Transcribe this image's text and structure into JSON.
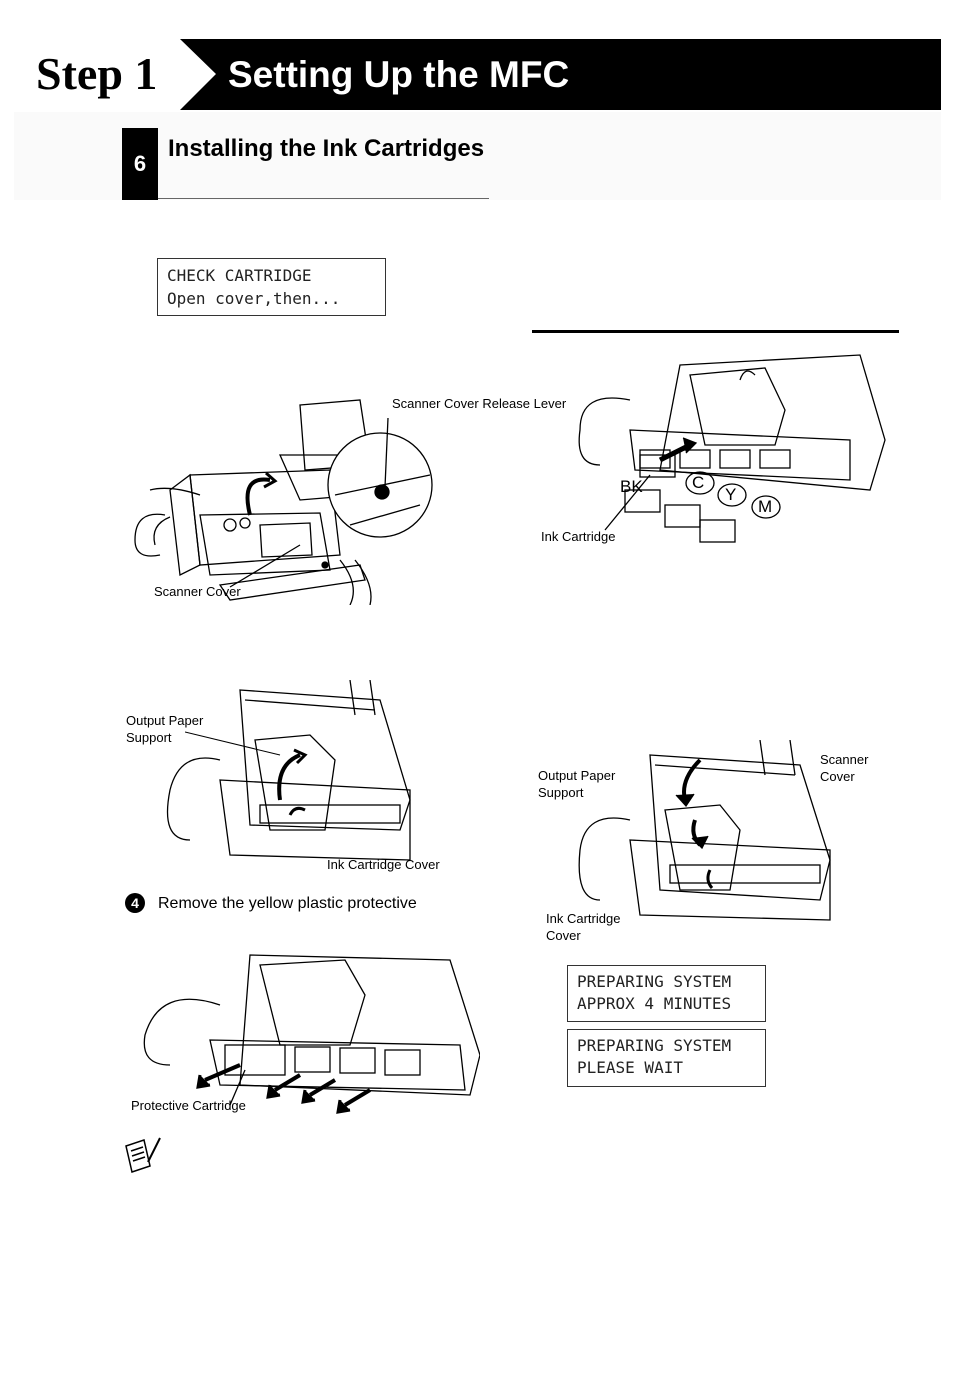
{
  "header": {
    "step": "Step 1",
    "title": "Setting Up the MFC"
  },
  "section": {
    "number": "6",
    "title": "Installing the Ink Cartridges"
  },
  "lcd_check": {
    "line1": "CHECK CARTRIDGE",
    "line2": "Open cover,then..."
  },
  "fig_scanner": {
    "release_lever": "Scanner Cover Release Lever",
    "scanner_cover": "Scanner Cover"
  },
  "fig_open": {
    "output_support": "Output Paper Support",
    "ink_cover": "Ink Cartridge Cover"
  },
  "step4": {
    "number": "4",
    "text": "Remove the yellow plastic protective"
  },
  "fig_protective": {
    "label": "Protective Cartridge"
  },
  "fig_install": {
    "bk": "BK",
    "c": "C",
    "y": "Y",
    "m": "M",
    "ink_cartridge": "Ink Cartridge"
  },
  "fig_close": {
    "scanner_cover": "Scanner Cover",
    "output_support": "Output Paper Support",
    "ink_cover": "Ink Cartridge Cover"
  },
  "lcd_prep1": {
    "line1": "PREPARING SYSTEM",
    "line2": "APPROX 4 MINUTES"
  },
  "lcd_prep2": {
    "line1": "PREPARING SYSTEM",
    "line2": "PLEASE WAIT"
  }
}
